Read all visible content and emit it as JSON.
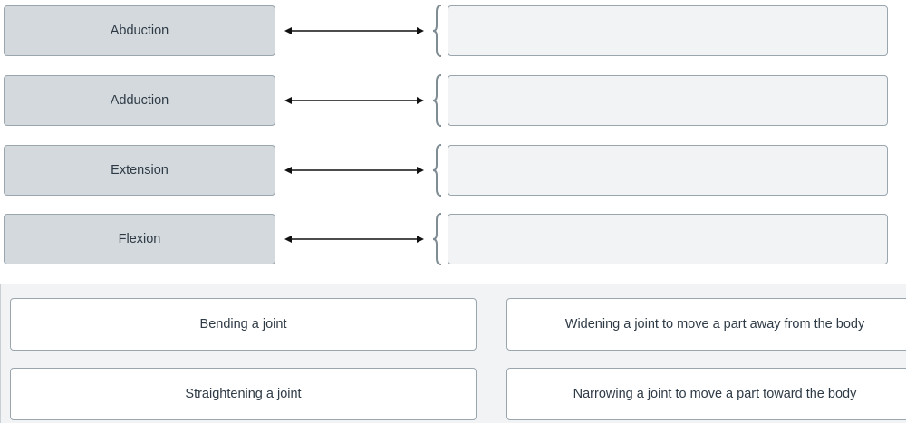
{
  "terms": [
    {
      "label": "Abduction"
    },
    {
      "label": "Adduction"
    },
    {
      "label": "Extension"
    },
    {
      "label": "Flexion"
    }
  ],
  "answer_bank": [
    {
      "label": "Bending a joint"
    },
    {
      "label": "Widening a joint to move a part away from the body"
    },
    {
      "label": "Straightening a joint"
    },
    {
      "label": "Narrowing a joint to move a part toward the body"
    }
  ],
  "colors": {
    "term_bg": "#d3d9dd",
    "border": "#9aa6ae",
    "dropzone_bg": "#f2f3f4",
    "bank_bg": "#f2f3f4",
    "text": "#2e3a45",
    "arrow": "#111111",
    "brace": "#7f8c94"
  }
}
